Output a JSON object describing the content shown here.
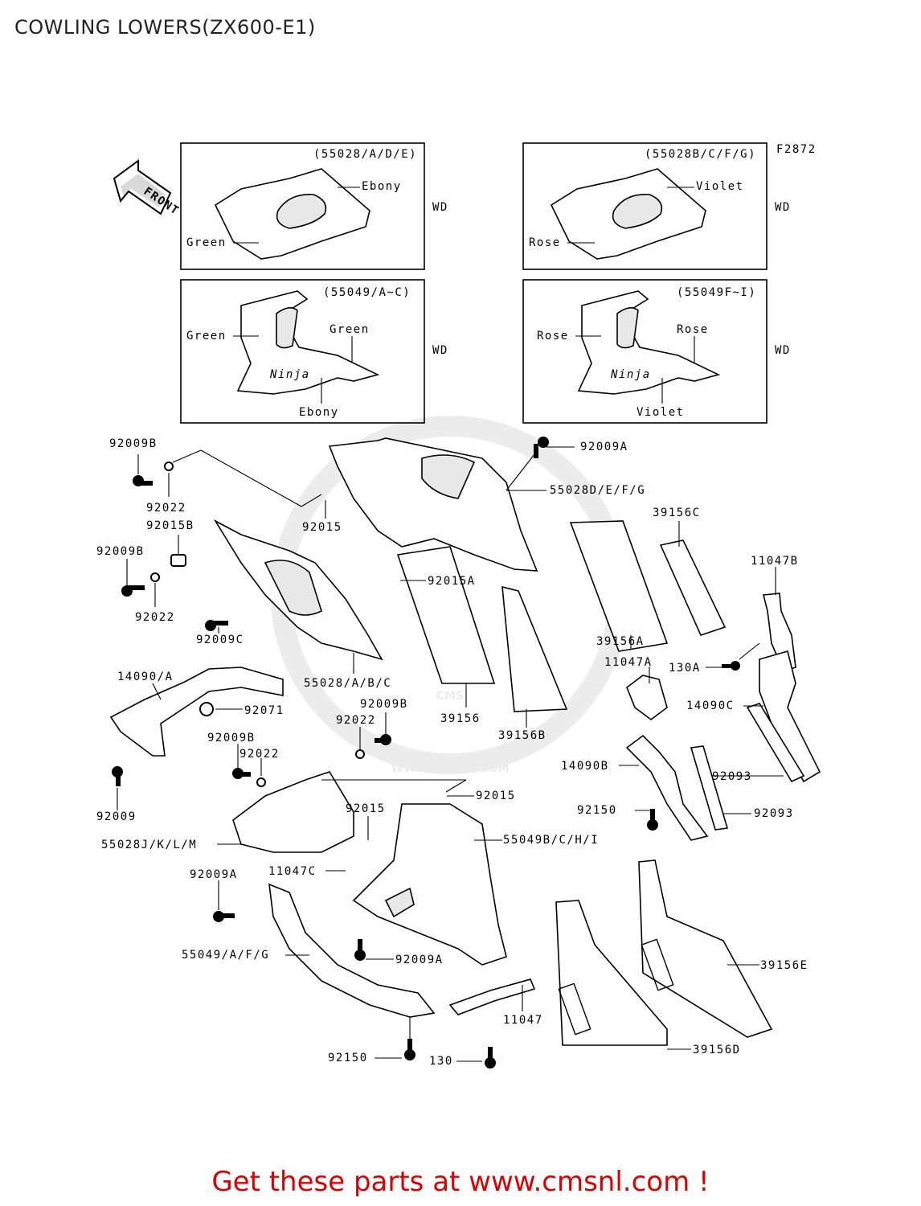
{
  "page": {
    "title": "COWLING LOWERS(ZX600-E1)",
    "footer_link": "Get these parts at www.cmsnl.com !",
    "figure_code": "F2872",
    "watermark": "WWW.CMSNL.COM",
    "front_arrow": "FRONT"
  },
  "inset_boxes": {
    "upper_left": {
      "header": "(55028/A/D/E)",
      "color_top": "Ebony",
      "color_side": "Green",
      "wd": "WD"
    },
    "upper_right": {
      "header": "(55028B/C/F/G)",
      "color_top": "Violet",
      "color_side": "Rose",
      "wd": "WD"
    },
    "lower_left": {
      "header": "(55049/A~C)",
      "color_side": "Green",
      "color_top": "Green",
      "color_bottom": "Ebony",
      "wd": "WD"
    },
    "lower_right": {
      "header": "(55049F~I)",
      "color_side": "Rose",
      "color_top": "Rose",
      "color_bottom": "Violet",
      "wd": "WD"
    }
  },
  "part_labels": {
    "p92009B_1": "92009B",
    "p92022_1": "92022",
    "p92015B": "92015B",
    "p92009B_2": "92009B",
    "p92022_2": "92022",
    "p92009C": "92009C",
    "p92015_1": "92015",
    "p92009A_1": "92009A",
    "p55028DEFG": "55028D/E/F/G",
    "p39156C": "39156C",
    "p11047B": "11047B",
    "p92015A": "92015A",
    "p39156A": "39156A",
    "p11047A": "11047A",
    "p130A": "130A",
    "p55028ABC": "55028/A/B/C",
    "p14090A": "14090/A",
    "p92071": "92071",
    "p39156": "39156",
    "p39156B": "39156B",
    "p14090C": "14090C",
    "p92009B_3": "92009B",
    "p92022_3": "92022",
    "p92009B_4": "92009B",
    "p92022_4": "92022",
    "p14090B": "14090B",
    "p92093_1": "92093",
    "p92009": "92009",
    "p92015_2": "92015",
    "p92015_3": "92015",
    "p92150_1": "92150",
    "p92093_2": "92093",
    "p55028JKLM": "55028J/K/L/M",
    "p55049BCHI": "55049B/C/H/I",
    "p92009A_2": "92009A",
    "p11047C": "11047C",
    "p55049AFG": "55049/A/F/G",
    "p92009A_3": "92009A",
    "p39156E": "39156E",
    "p11047": "11047",
    "p92150_2": "92150",
    "p130": "130",
    "p39156D": "39156D"
  }
}
